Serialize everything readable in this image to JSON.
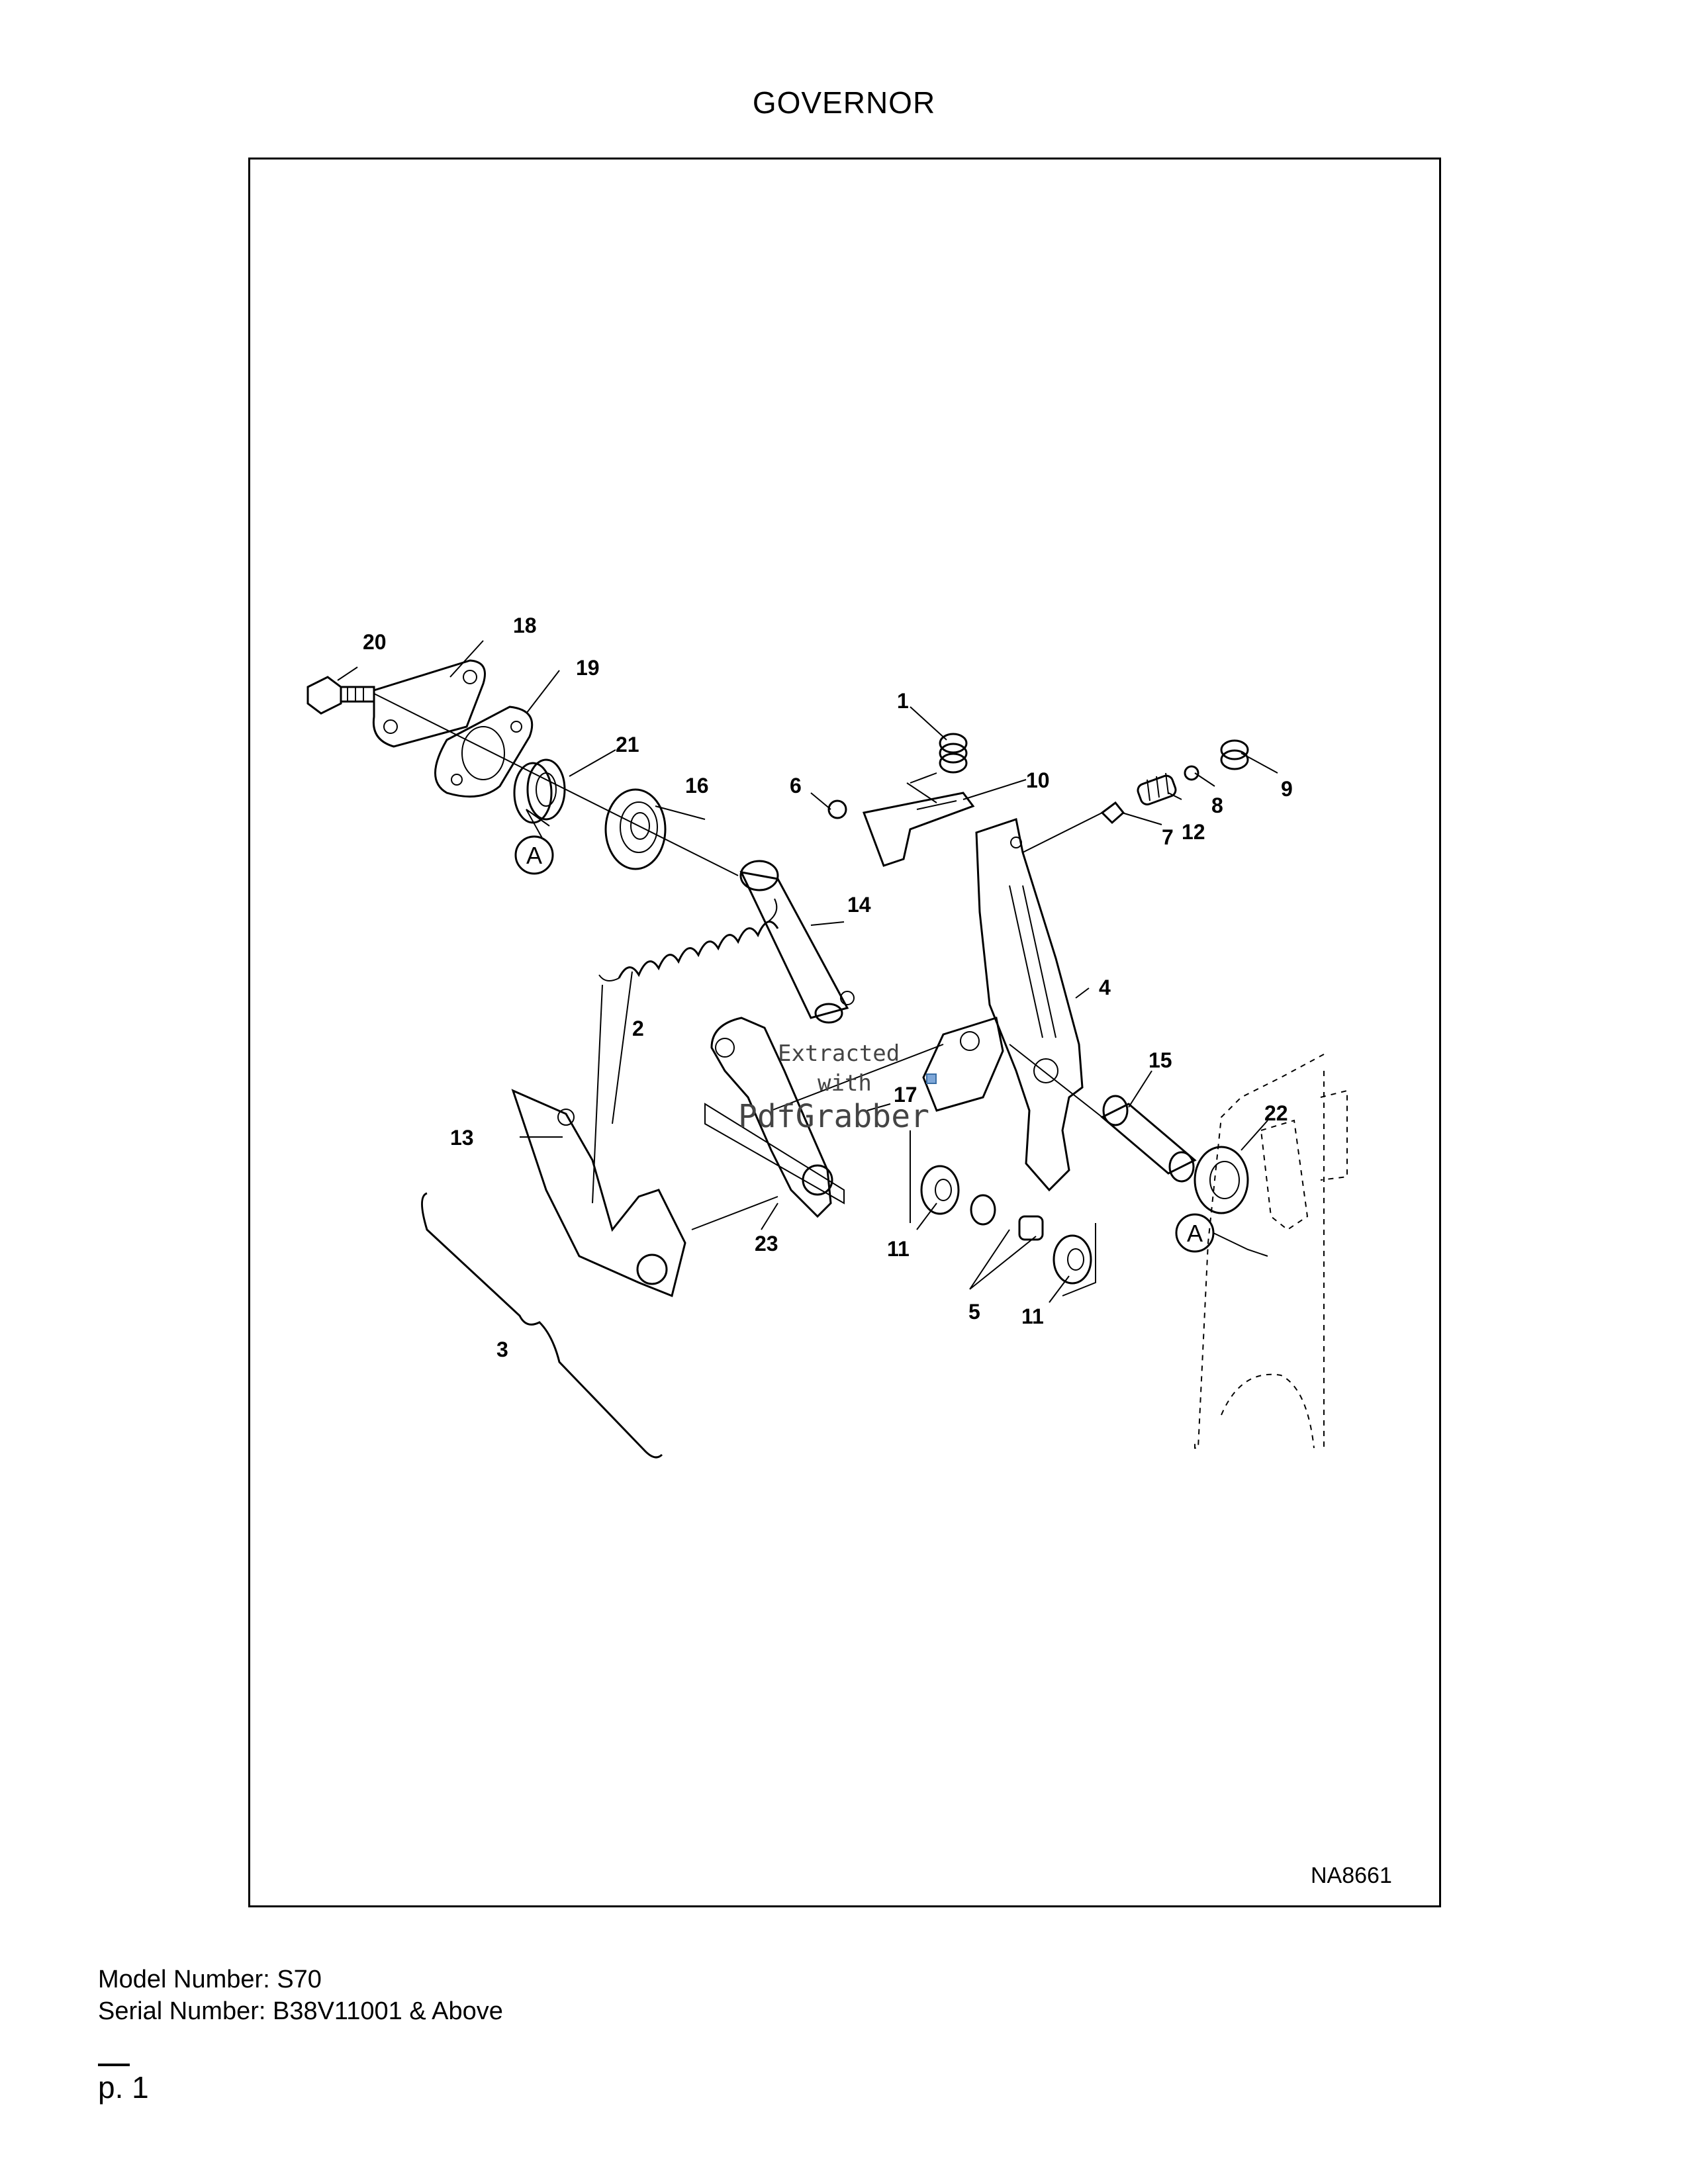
{
  "page": {
    "title": "GOVERNOR",
    "figure_code": "NA8661",
    "footer": {
      "model_line": "Model Number: S70",
      "serial_line": "Serial Number: B38V11001 & Above"
    },
    "page_number": "p. 1"
  },
  "diagram": {
    "callouts": {
      "c1": "1",
      "c2": "2",
      "c3": "3",
      "c4": "4",
      "c5": "5",
      "c6": "6",
      "c7": "7",
      "c8": "8",
      "c9": "9",
      "c10": "10",
      "c11a": "11",
      "c11b": "11",
      "c12": "12",
      "c13": "13",
      "c14": "14",
      "c15": "15",
      "c16": "16",
      "c17": "17",
      "c18": "18",
      "c19": "19",
      "c20": "20",
      "c21": "21",
      "c22": "22",
      "c23": "23"
    },
    "reference_letters": {
      "left": "A",
      "right": "A"
    },
    "watermark": {
      "line1": "Extracted",
      "line2": "with",
      "line3": "PdfGrabber"
    }
  }
}
